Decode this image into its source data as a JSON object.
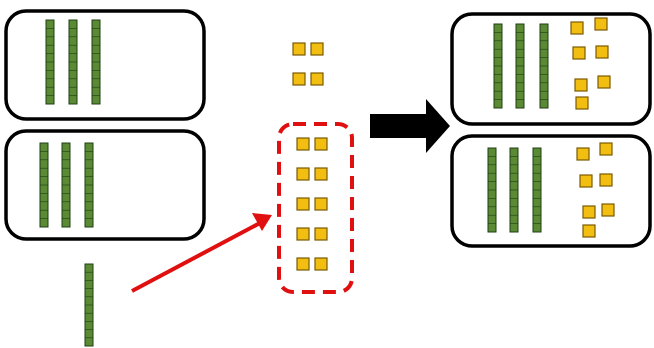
{
  "colors": {
    "ten_rod": "#5a8a34",
    "unit_cube": "#f2be12",
    "regroup_box": "#e01010",
    "arrow_pointer": "#e01010",
    "big_arrow": "#000000",
    "box_border": "#000000"
  },
  "icons": {
    "ten_rod": "green-ten-rod-icon",
    "unit_cube": "yellow-unit-cube-icon",
    "big_arrow": "right-arrow-icon",
    "pointer_arrow": "red-arrow-icon"
  },
  "groups": {
    "left_top": {
      "tens": 3,
      "ones": 0
    },
    "left_bottom": {
      "tens": 3,
      "ones": 0
    },
    "loose_rod": {
      "tens": 1,
      "ones": 0
    },
    "middle_top_cubes": {
      "tens": 0,
      "ones": 4
    },
    "middle_regroup_cubes": {
      "tens": 0,
      "ones": 10
    },
    "right_top": {
      "tens": 3,
      "ones": 7
    },
    "right_bottom": {
      "tens": 3,
      "ones": 7
    }
  }
}
